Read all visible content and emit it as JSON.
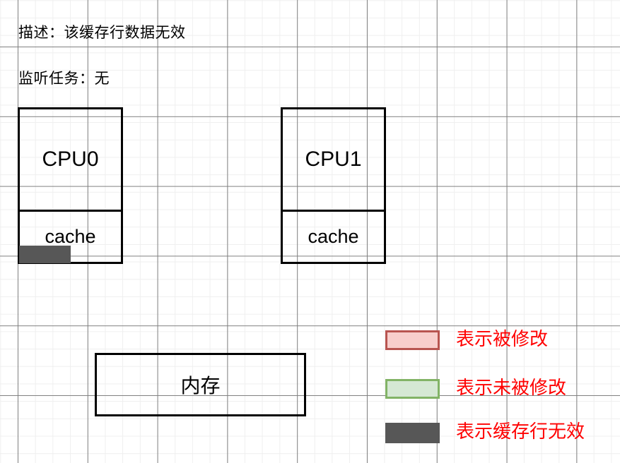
{
  "header": {
    "description_line": "描述：该缓存行数据无效",
    "watch_line": "监听任务：无"
  },
  "diagram": {
    "cpus": [
      {
        "core_label": "CPU0",
        "cache_label": "cache",
        "cache_state": "invalid"
      },
      {
        "core_label": "CPU1",
        "cache_label": "cache",
        "cache_state": "none"
      }
    ],
    "memory_label": "内存"
  },
  "legend": {
    "items": [
      {
        "label": "表示被修改",
        "fill": "#f8cecc",
        "stroke": "#b85450"
      },
      {
        "label": "表示未被修改",
        "fill": "#d5e8d4",
        "stroke": "#82b366"
      },
      {
        "label": "表示缓存行无效",
        "fill": "#575757",
        "stroke": "#575757"
      }
    ],
    "text_color": "#ff0000"
  },
  "colors": {
    "grid_minor": "#efefef",
    "grid_major": "#808080",
    "outline": "#000000",
    "invalid_gray": "#575757"
  }
}
